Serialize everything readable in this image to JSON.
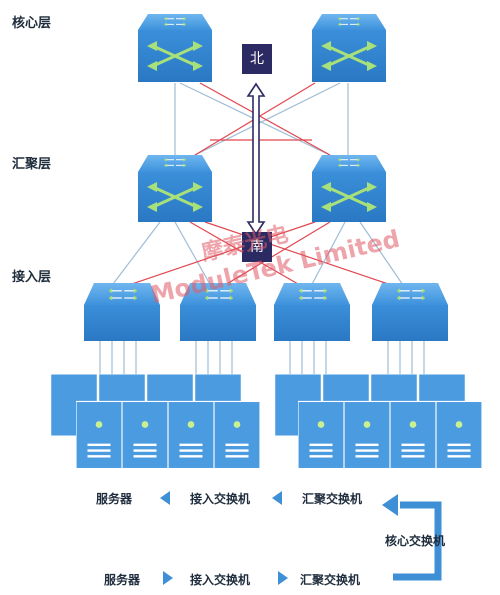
{
  "layers": {
    "core": "核心层",
    "aggregation": "汇聚层",
    "access": "接入层"
  },
  "directions": {
    "north": "北",
    "south": "南"
  },
  "watermark": {
    "cn": "摩泰光电",
    "en": "ModuleTek Limited"
  },
  "flow_top": {
    "servers": "服务器",
    "access": "接入交换机",
    "aggregation": "汇聚交换机",
    "core": "核心交换机"
  },
  "flow_bottom": {
    "servers": "服务器",
    "access": "接入交换机",
    "aggregation": "汇聚交换机"
  },
  "colors": {
    "switch": "#2e86d0",
    "server": "#4a9be0",
    "arrow": "#3f8fd6",
    "dir_box": "#2b2a63",
    "red_link": "#e0474f",
    "blue_link": "#9fbcd6"
  }
}
